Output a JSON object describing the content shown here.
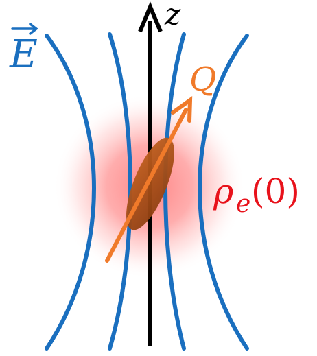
{
  "labels": {
    "field": "E",
    "axis": "z",
    "quadrupole": "Q",
    "density_symbol": "ρ",
    "density_subscript": "e",
    "density_argument": "(0)"
  },
  "icons": {
    "field_vector_arrow": "vector-arrow-icon",
    "axis_arrow": "up-arrow-icon",
    "quadrupole_arrow": "diagonal-arrow-icon"
  },
  "colors": {
    "field_lines": "#1a6fbf",
    "axis": "#000000",
    "quadrupole": "#f07a2a",
    "nucleus": "#a14b16",
    "density_glow": "#ff7f7f",
    "density_label": "#e8121b",
    "background": "#ffffff"
  }
}
